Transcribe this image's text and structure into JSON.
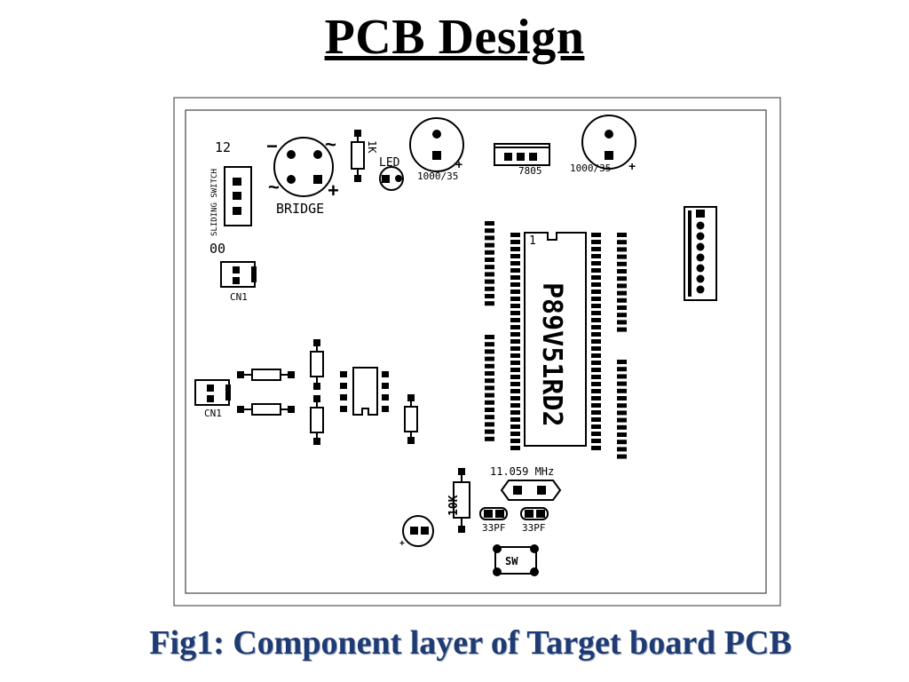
{
  "slide": {
    "title": "PCB Design",
    "caption": "Fig1: Component layer of Target board PCB"
  },
  "pcb": {
    "labels": {
      "switch_top": "12",
      "switch_name": "SLIDING SWITCH",
      "switch_bottom": "00",
      "bridge_minus": "−",
      "bridge_ac": "~",
      "bridge_plus": "+",
      "bridge": "BRIDGE",
      "resistor_1k": "1K",
      "led": "LED",
      "cap1_plus": "+",
      "cap1_value": "1000/35",
      "regulator": "7805",
      "cap2_value": "1000/35",
      "cap2_plus": "+",
      "cn1_top": "CN1",
      "cn1_bottom": "CN1",
      "ic_pin1": "1",
      "ic_name": "P89V51RD2",
      "crystal": "11.059 MHz",
      "resistor_10k": "10K",
      "cap_33pf_1": "33PF",
      "cap_33pf_2": "33PF",
      "reset_cap_plus": "+",
      "switch_sw": "SW"
    }
  }
}
